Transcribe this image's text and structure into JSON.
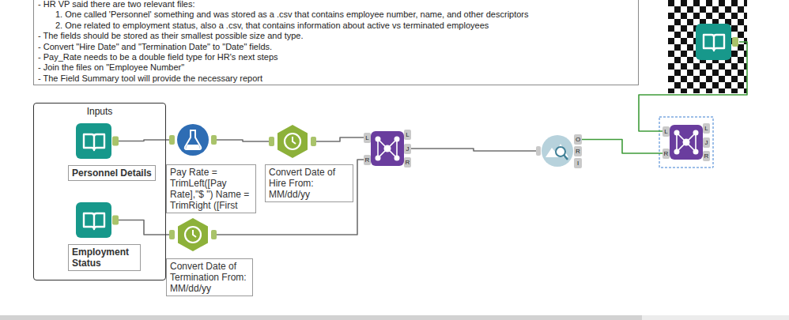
{
  "diagram": {
    "nodes": [
      {
        "text": [
          "- HR VP said there are two relevant files:",
          "1. One called 'Personnel' something and was stored as a .csv that contains employee number, name, and other descriptors",
          "2. One related to employment status, also a .csv, that contains information about active vs terminated employees",
          "- The fields should be stored as their smallest possible size and type.",
          "- Convert \"Hire Date\" and \"Termination Date\" to \"Date\" fields.",
          "- Pay_Rate needs to be a double field type for HR's next steps",
          "- Join the files on \"Employee Number\"",
          "- The Field Summary tool will provide the necessary report"
        ]
      },
      {
        "text": [
          "Inputs"
        ]
      },
      {
        "text": [
          "Personnel Details"
        ],
        "in": 1
      },
      {
        "text": [
          "Employment Status"
        ],
        "in": 1
      },
      {
        "text": [
          "Pay Rate = TrimLeft([Pay Rate],\"$ \") Name = TrimRight ([First"
        ]
      },
      {
        "text": [
          "Convert Date of Hire From: MM/dd/yy"
        ]
      },
      {
        "text": [
          "Convert Date of Termination From: MM/dd/yy"
        ]
      },
      {
        "text": [
          "L",
          "R",
          "L",
          "J",
          "R"
        ]
      },
      {
        "text": [
          "O",
          "R",
          "I"
        ]
      },
      {
        "text": []
      },
      {
        "text": [
          "L",
          "R",
          "L",
          "J",
          "R"
        ]
      }
    ],
    "edges": [
      {
        "from": 2,
        "to": 4,
        "arrow": "none"
      },
      {
        "from": 4,
        "to": 5,
        "arrow": "none"
      },
      {
        "from": 5,
        "to": 7,
        "arrow": "none"
      },
      {
        "from": 3,
        "to": 6,
        "arrow": "none"
      },
      {
        "from": 6,
        "to": 7,
        "arrow": "none"
      },
      {
        "from": 7,
        "to": 8,
        "arrow": "none"
      },
      {
        "from": 8,
        "to": 10,
        "arrow": "none"
      },
      {
        "from": 9,
        "to": 10,
        "arrow": "none"
      }
    ]
  }
}
